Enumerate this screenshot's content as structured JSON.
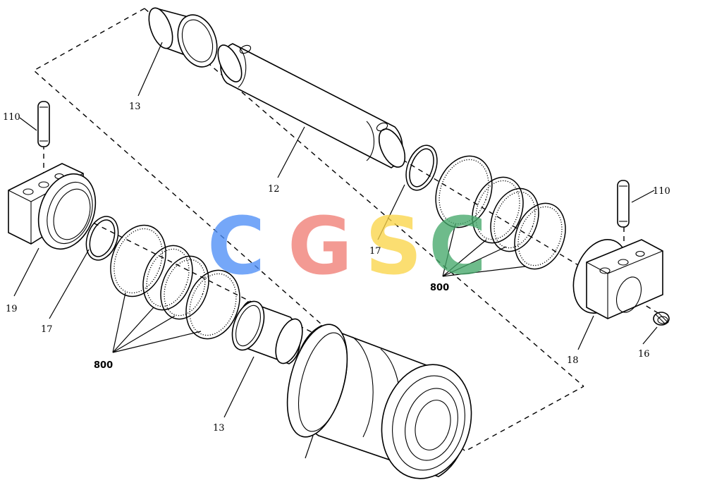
{
  "labels": {
    "l13a": "13",
    "l13b": "13",
    "l12": "12",
    "l110a": "110",
    "l110b": "110",
    "l19": "19",
    "l17a": "17",
    "l17b": "17",
    "l800a": "800",
    "l800b": "800",
    "l18": "18",
    "l16": "16"
  },
  "watermark": {
    "letters": [
      "C",
      "G",
      "S",
      "C"
    ],
    "colors": [
      "#4f8ff7",
      "#f07e76",
      "#fbd54a",
      "#46a86b"
    ]
  }
}
